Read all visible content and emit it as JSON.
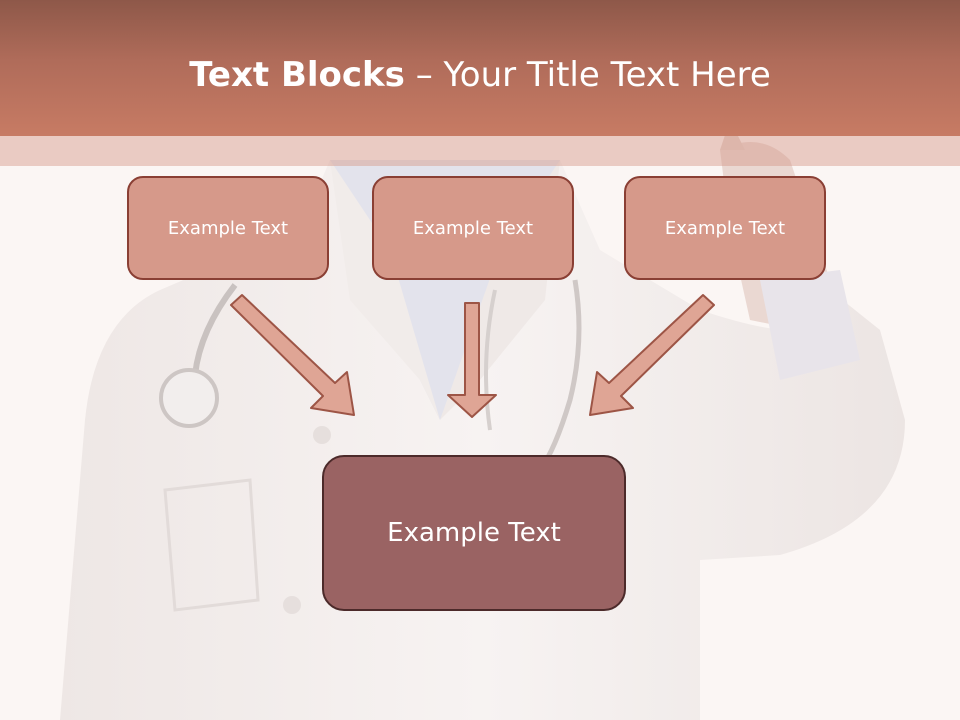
{
  "title": {
    "bold": "Text Blocks",
    "separator": " – ",
    "rest": "Your Title Text Here"
  },
  "diagram": {
    "top_boxes": [
      {
        "label": "Example Text"
      },
      {
        "label": "Example Text"
      },
      {
        "label": "Example Text"
      }
    ],
    "bottom_box": {
      "label": "Example Text"
    }
  },
  "colors": {
    "header_top": "#8e5849",
    "header_bottom": "#c77b64",
    "small_box_fill": "#d6998a",
    "big_box_fill": "#9a6363",
    "arrow_fill": "#dfa595",
    "arrow_stroke": "#9d5546"
  }
}
